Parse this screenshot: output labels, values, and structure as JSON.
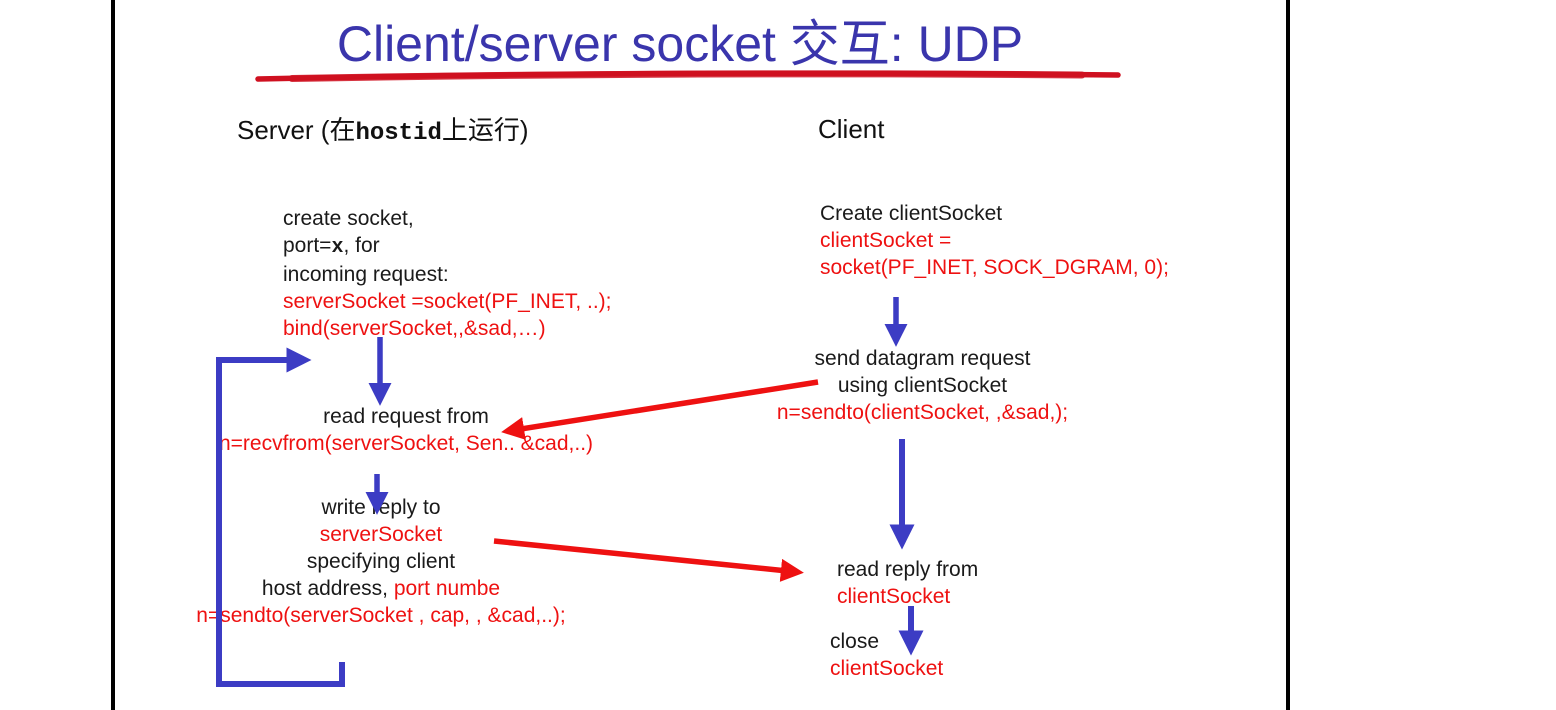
{
  "slide": {
    "title": "Client/server socket 交互: UDP",
    "server": {
      "header_prefix": "Server (在",
      "header_code": "hostid",
      "header_suffix": "上运行)",
      "step_create": {
        "line1": "create socket,",
        "line2_pre": "port=",
        "line2_code": "x",
        "line2_post": ", for",
        "line3": "incoming request:",
        "code1": "serverSocket =socket(PF_INET, ..);",
        "code2": "bind(serverSocket,,&sad,…)"
      },
      "step_read": {
        "label": "read request from",
        "code": "n=recvfrom(serverSocket, Sen.. &cad,..)"
      },
      "step_write": {
        "label1": "write reply to",
        "code1": "serverSocket",
        "label2": "specifying client",
        "label3_black": "host address, ",
        "label3_red": "port numbe",
        "code2": "n=sendto(serverSocket , cap, , &cad,..);"
      }
    },
    "client": {
      "header": "Client",
      "step_create": {
        "label": "Create clientSocket",
        "code1": "clientSocket =",
        "code2": "socket(PF_INET, SOCK_DGRAM, 0);"
      },
      "step_send": {
        "label1": "send datagram request",
        "label2": "using clientSocket",
        "code": "n=sendto(clientSocket, ,&sad,);"
      },
      "step_read": {
        "label": "read reply from",
        "code": "clientSocket"
      },
      "step_close": {
        "label": "close",
        "code": "clientSocket"
      }
    },
    "colors": {
      "title_blue": "#3a35ac",
      "arrow_blue": "#3c3cc4",
      "red": "#ee1111",
      "underline_red": "#cf1020",
      "text_black": "#1a1a1a"
    }
  }
}
